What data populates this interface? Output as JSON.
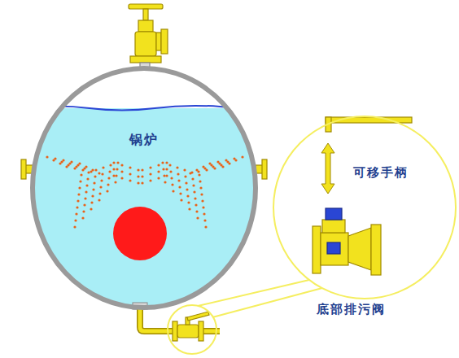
{
  "diagram": {
    "nodes": [
      {
        "text": [
          "锅炉"
        ]
      },
      {
        "text": [
          "可移手柄",
          "底部排污阀"
        ]
      }
    ]
  }
}
